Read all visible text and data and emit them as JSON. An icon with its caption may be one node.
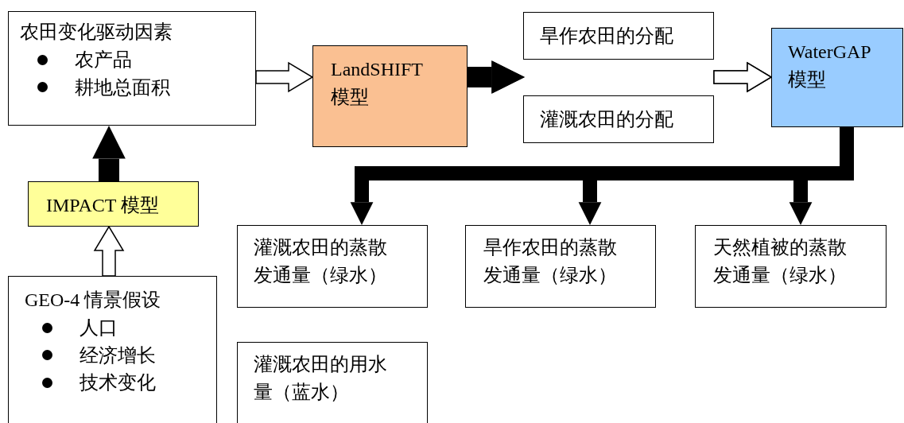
{
  "diagram": {
    "nodes": [
      {
        "text": [
          "农田变化驱动因素",
          "农产品",
          "耕地总面积"
        ]
      },
      {
        "text": [
          "LandSHIFT 模型"
        ]
      },
      {
        "text": [
          "旱作农田的分配"
        ]
      },
      {
        "text": [
          "灌溉农田的分配"
        ]
      },
      {
        "text": [
          "WaterGAP 模型"
        ]
      },
      {
        "text": [
          "IMPACT 模型"
        ]
      },
      {
        "text": [
          "GEO-4  情景假设",
          "人口",
          "经济增长",
          "技术变化"
        ]
      },
      {
        "text": [
          "灌溉农田的蒸散发通量（绿水）"
        ]
      },
      {
        "text": [
          "旱作农田的蒸散发通量（绿水）"
        ]
      },
      {
        "text": [
          "天然植被的蒸散发通量（绿水）"
        ]
      },
      {
        "text": [
          "灌溉农田的用水量（蓝水）"
        ]
      }
    ],
    "edges": [
      {
        "from": 0,
        "to": 1,
        "arrow": "to",
        "color": "#ffffff"
      },
      {
        "from": 1,
        "to": 2,
        "arrow": "to"
      },
      {
        "from": 1,
        "to": 3,
        "arrow": "to"
      },
      {
        "from": 2,
        "to": 4,
        "arrow": "to",
        "color": "#ffffff"
      },
      {
        "from": 3,
        "to": 4,
        "arrow": "to",
        "color": "#ffffff"
      },
      {
        "from": 4,
        "to": 7,
        "arrow": "to"
      },
      {
        "from": 4,
        "to": 8,
        "arrow": "to"
      },
      {
        "from": 4,
        "to": 9,
        "arrow": "to"
      },
      {
        "from": 5,
        "to": 0,
        "arrow": "to"
      },
      {
        "from": 6,
        "to": 5,
        "arrow": "to",
        "color": "#ffffff"
      }
    ]
  }
}
